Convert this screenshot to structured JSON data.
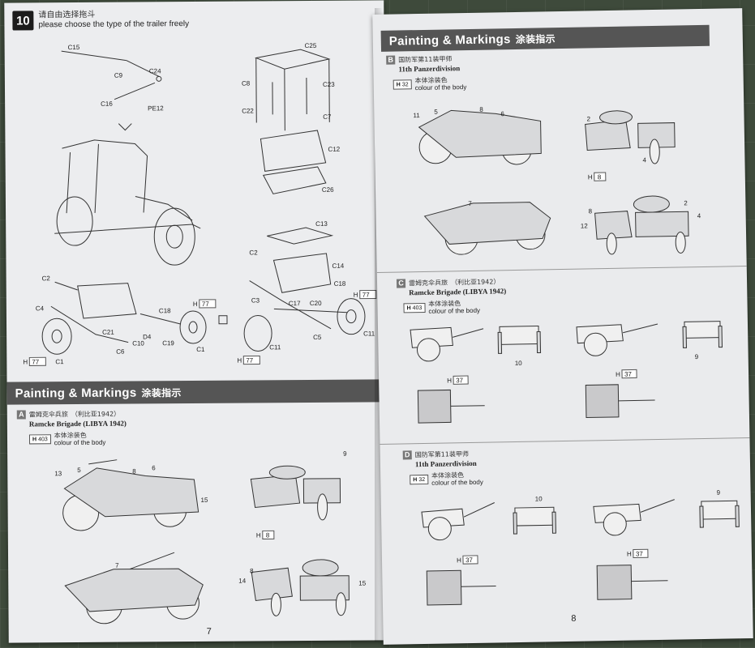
{
  "step": {
    "number": "10",
    "instruction_cn": "请自由选择拖斗",
    "instruction_en": "please choose the type of the trailer freely"
  },
  "part_labels": {
    "trailer_a": [
      "C15",
      "C9",
      "C24",
      "C16",
      "PE12"
    ],
    "trailer_b": [
      "C25",
      "C8",
      "C23",
      "C22",
      "C7",
      "C12",
      "C26"
    ],
    "trailer_c": [
      "C2",
      "C4",
      "C18",
      "C21",
      "D4",
      "C10",
      "C19",
      "C6",
      "C1",
      "C1"
    ],
    "trailer_d": [
      "C13",
      "C2",
      "C14",
      "C18",
      "C3",
      "C17",
      "C20",
      "C5",
      "C11",
      "C11"
    ]
  },
  "paint_codes": {
    "step_c1": "77",
    "step_c1_b": "77",
    "step_c11": "77",
    "step_c11_b": "77"
  },
  "painting_title": "Painting & Markings",
  "painting_title_cn": "涂装指示",
  "schemes": [
    {
      "letter": "A",
      "unit_cn": "雷姆克伞兵旅　（利比亚1942）",
      "unit_en": "Ramcke Brigade (LIBYA 1942)",
      "paint_code": "403",
      "colour_cn": "本体涂装色",
      "colour_en": "colour of the body",
      "callouts": [
        "13",
        "5",
        "8",
        "6",
        "15",
        "7",
        "9",
        "8",
        "14",
        "15"
      ],
      "small_code": "8"
    },
    {
      "letter": "B",
      "unit_cn": "国防军第11装甲师",
      "unit_en": "11th Panzerdivision",
      "paint_code": "32",
      "colour_cn": "本体涂装色",
      "colour_en": "colour of the body",
      "callouts": [
        "11",
        "5",
        "8",
        "6",
        "7",
        "2",
        "4",
        "8",
        "12",
        "2",
        "4"
      ],
      "small_code": "8"
    },
    {
      "letter": "C",
      "unit_cn": "雷姆克伞兵旅　（利比亚1942）",
      "unit_en": "Ramcke Brigade (LIBYA 1942)",
      "paint_code": "403",
      "colour_cn": "本体涂装色",
      "colour_en": "colour of the body",
      "callouts": [
        "10",
        "9"
      ],
      "small_code": "37"
    },
    {
      "letter": "D",
      "unit_cn": "国防军第11装甲师",
      "unit_en": "11th Panzerdivision",
      "paint_code": "32",
      "colour_cn": "本体涂装色",
      "colour_en": "colour of the body",
      "callouts": [
        "10",
        "9"
      ],
      "small_code": "37"
    }
  ],
  "page_numbers": {
    "left": "7",
    "right": "8"
  }
}
